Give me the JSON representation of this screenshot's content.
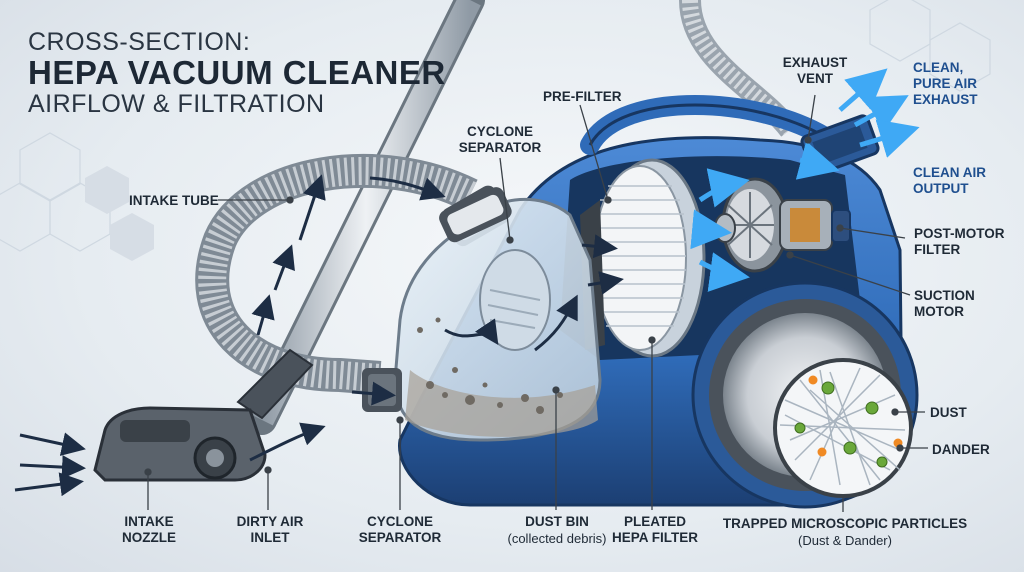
{
  "title": {
    "line1": "CROSS-SECTION:",
    "line2": "HEPA VACUUM CLEANER",
    "line3": "AIRFLOW & FILTRATION"
  },
  "labels": {
    "intake_tube": "INTAKE TUBE",
    "cyclone_top": "CYCLONE\nSEPARATOR",
    "pre_filter": "PRE-FILTER",
    "exhaust_vent": "EXHAUST\nVENT",
    "clean_exhaust": "CLEAN,\nPURE AIR\nEXHAUST",
    "clean_output": "CLEAN AIR\nOUTPUT",
    "post_motor": "POST-MOTOR\nFILTER",
    "suction_motor": "SUCTION\nMOTOR",
    "dust": "DUST",
    "dander": "DANDER",
    "intake_nozzle": "INTAKE\nNOZZLE",
    "dirty_inlet": "DIRTY AIR\nINLET",
    "cyclone_bottom": "CYCLONE\nSEPARATOR",
    "dust_bin": "DUST BIN",
    "dust_bin_sub": "(collected debris)",
    "hepa": "PLEATED\nHEPA FILTER",
    "trapped": "TRAPPED MICROSCOPIC PARTICLES",
    "trapped_sub": "(Dust & Dander)"
  },
  "colors": {
    "body_blue": "#2f6bb8",
    "dark_blue": "#1c3f73",
    "accent_arrow": "#3fa9f5",
    "dust_green": "#6aa83a",
    "dander_orange": "#f08a24"
  }
}
